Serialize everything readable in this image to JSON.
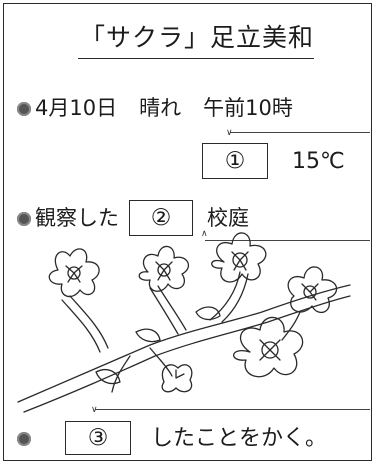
{
  "title": "「サクラ」足立美和",
  "weather_row": {
    "date": "4月10日",
    "weather": "晴れ",
    "time": "午前10時"
  },
  "temperature_row": {
    "box_label": "①",
    "temperature": "15℃"
  },
  "observe_row": {
    "prefix": "観察した",
    "box_label": "②",
    "place": "校庭"
  },
  "bottom_row": {
    "box_label": "③",
    "text": "したことをかく。"
  },
  "illustration": "cherry-blossom-branch"
}
